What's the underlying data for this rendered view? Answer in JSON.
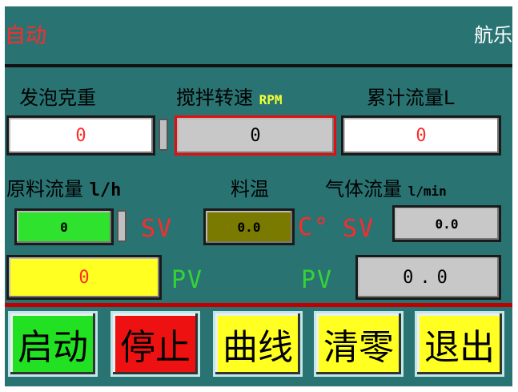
{
  "titlebar": {
    "mode": "自动",
    "brand": "航乐"
  },
  "row1": {
    "label_foam": "发泡克重",
    "label_stir": "搅拌转速",
    "label_stir_unit": "RPM",
    "label_flow_total": "累计流量L",
    "value_foam": "0",
    "value_stir": "0",
    "value_flow_total": "0"
  },
  "row2": {
    "label_raw_flow": "原料流量",
    "label_raw_flow_unit": "l/h",
    "label_temp": "料温",
    "label_gas_flow": "气体流量",
    "label_gas_flow_unit": "l/min"
  },
  "row3": {
    "sv_raw_flow": "0",
    "sv_tag_1": "SV",
    "sv_temp": "0.0",
    "temp_unit": "C°",
    "sv_tag_2": "SV",
    "sv_gas_flow": "0.0"
  },
  "row4": {
    "pv_raw_flow": "0",
    "pv_tag_1": "PV",
    "pv_tag_2": "PV",
    "pv_gas_flow": "0.0"
  },
  "buttons": {
    "start": "启动",
    "stop": "停止",
    "curve": "曲线",
    "clear": "清零",
    "exit": "退出"
  },
  "colors": {
    "background": "#2a7373",
    "accent_red": "#ff2a2a",
    "green_text": "#35d435",
    "btn_start": "#22e022",
    "btn_stop": "#ee1111",
    "btn_yellow": "#ffff22"
  }
}
